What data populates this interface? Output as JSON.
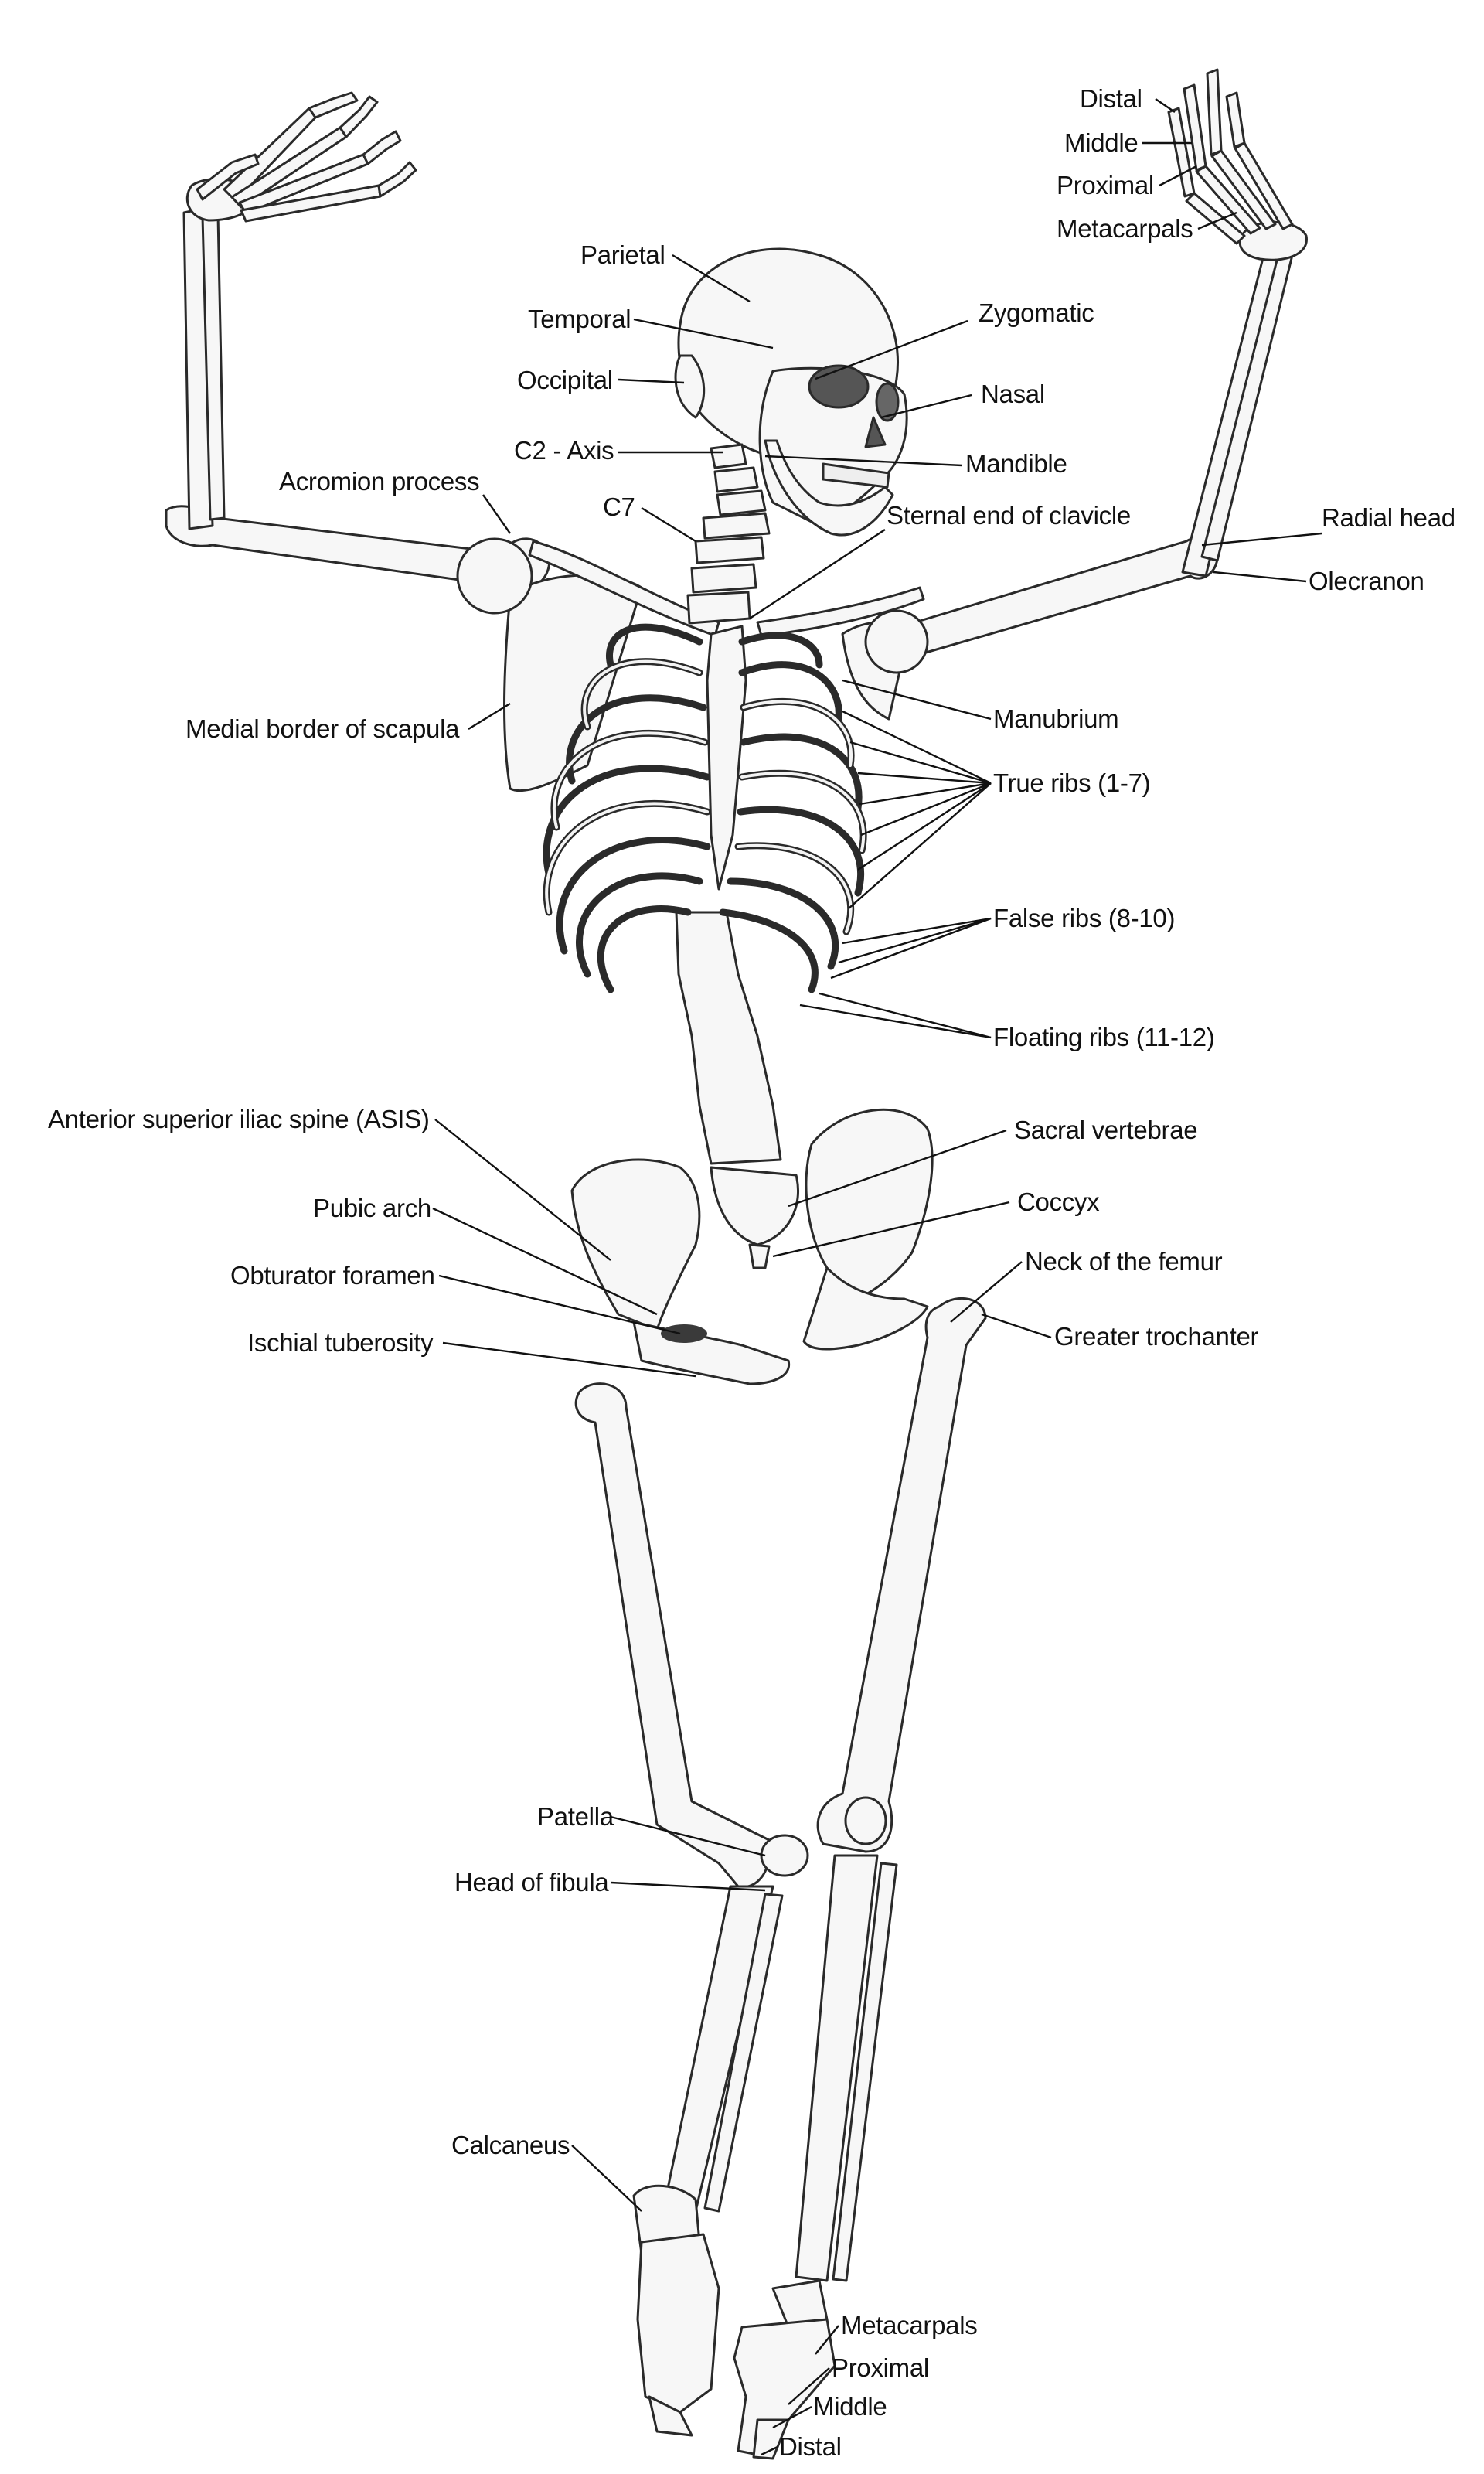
{
  "labels": {
    "distal_hand": "Distal",
    "middle_hand": "Middle",
    "proximal_hand": "Proximal",
    "metacarpals_hand": "Metacarpals",
    "parietal": "Parietal",
    "temporal": "Temporal",
    "occipital": "Occipital",
    "zygomatic": "Zygomatic",
    "nasal": "Nasal",
    "c2_axis": "C2 - Axis",
    "mandible": "Mandible",
    "acromion": "Acromion process",
    "c7": "C7",
    "sternal_clavicle": "Sternal end of clavicle",
    "radial_head": "Radial head",
    "olecranon": "Olecranon",
    "medial_scapula": "Medial border of scapula",
    "manubrium": "Manubrium",
    "true_ribs": "True ribs (1-7)",
    "false_ribs": "False ribs (8-10)",
    "floating_ribs": "Floating ribs (11-12)",
    "asis": "Anterior superior iliac spine (ASIS)",
    "sacral": "Sacral vertebrae",
    "pubic_arch": "Pubic arch",
    "coccyx": "Coccyx",
    "neck_femur": "Neck of the femur",
    "obturator": "Obturator foramen",
    "ischial": "Ischial tuberosity",
    "greater_trochanter": "Greater trochanter",
    "patella": "Patella",
    "head_fibula": "Head of fibula",
    "calcaneus": "Calcaneus",
    "metacarpals_foot": "Metacarpals",
    "proximal_foot": "Proximal",
    "middle_foot": "Middle",
    "distal_foot": "Distal"
  }
}
